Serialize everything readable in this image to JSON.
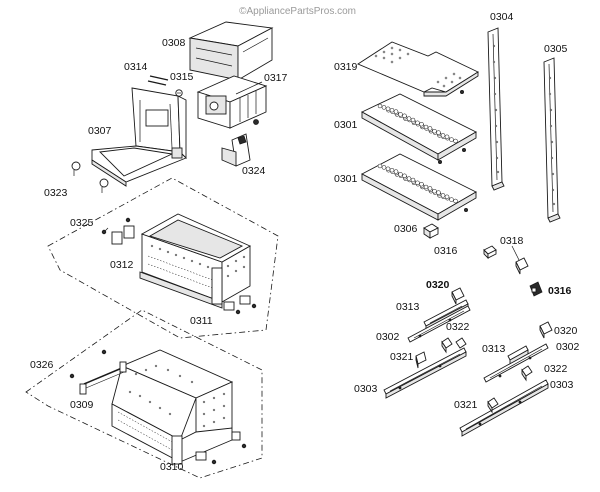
{
  "watermark": "©AppliancePartsPros.com",
  "labels": {
    "p0308": "0308",
    "p0314": "0314",
    "p0315": "0315",
    "p0317": "0317",
    "p0307": "0307",
    "p0324": "0324",
    "p0323": "0323",
    "p0325": "0325",
    "p0312": "0312",
    "p0311": "0311",
    "p0326": "0326",
    "p0309": "0309",
    "p0310": "0310",
    "p0319": "0319",
    "p0301a": "0301",
    "p0301b": "0301",
    "p0304": "0304",
    "p0305": "0305",
    "p0306": "0306",
    "p0316a": "0316",
    "p0318": "0318",
    "p0316b": "0316",
    "p0320a": "0320",
    "p0313a": "0313",
    "p0322a": "0322",
    "p0302a": "0302",
    "p0321a": "0321",
    "p0303a": "0303",
    "p0320b": "0320",
    "p0313b": "0313",
    "p0302b": "0302",
    "p0322b": "0322",
    "p0303b": "0303",
    "p0321b": "0321"
  }
}
